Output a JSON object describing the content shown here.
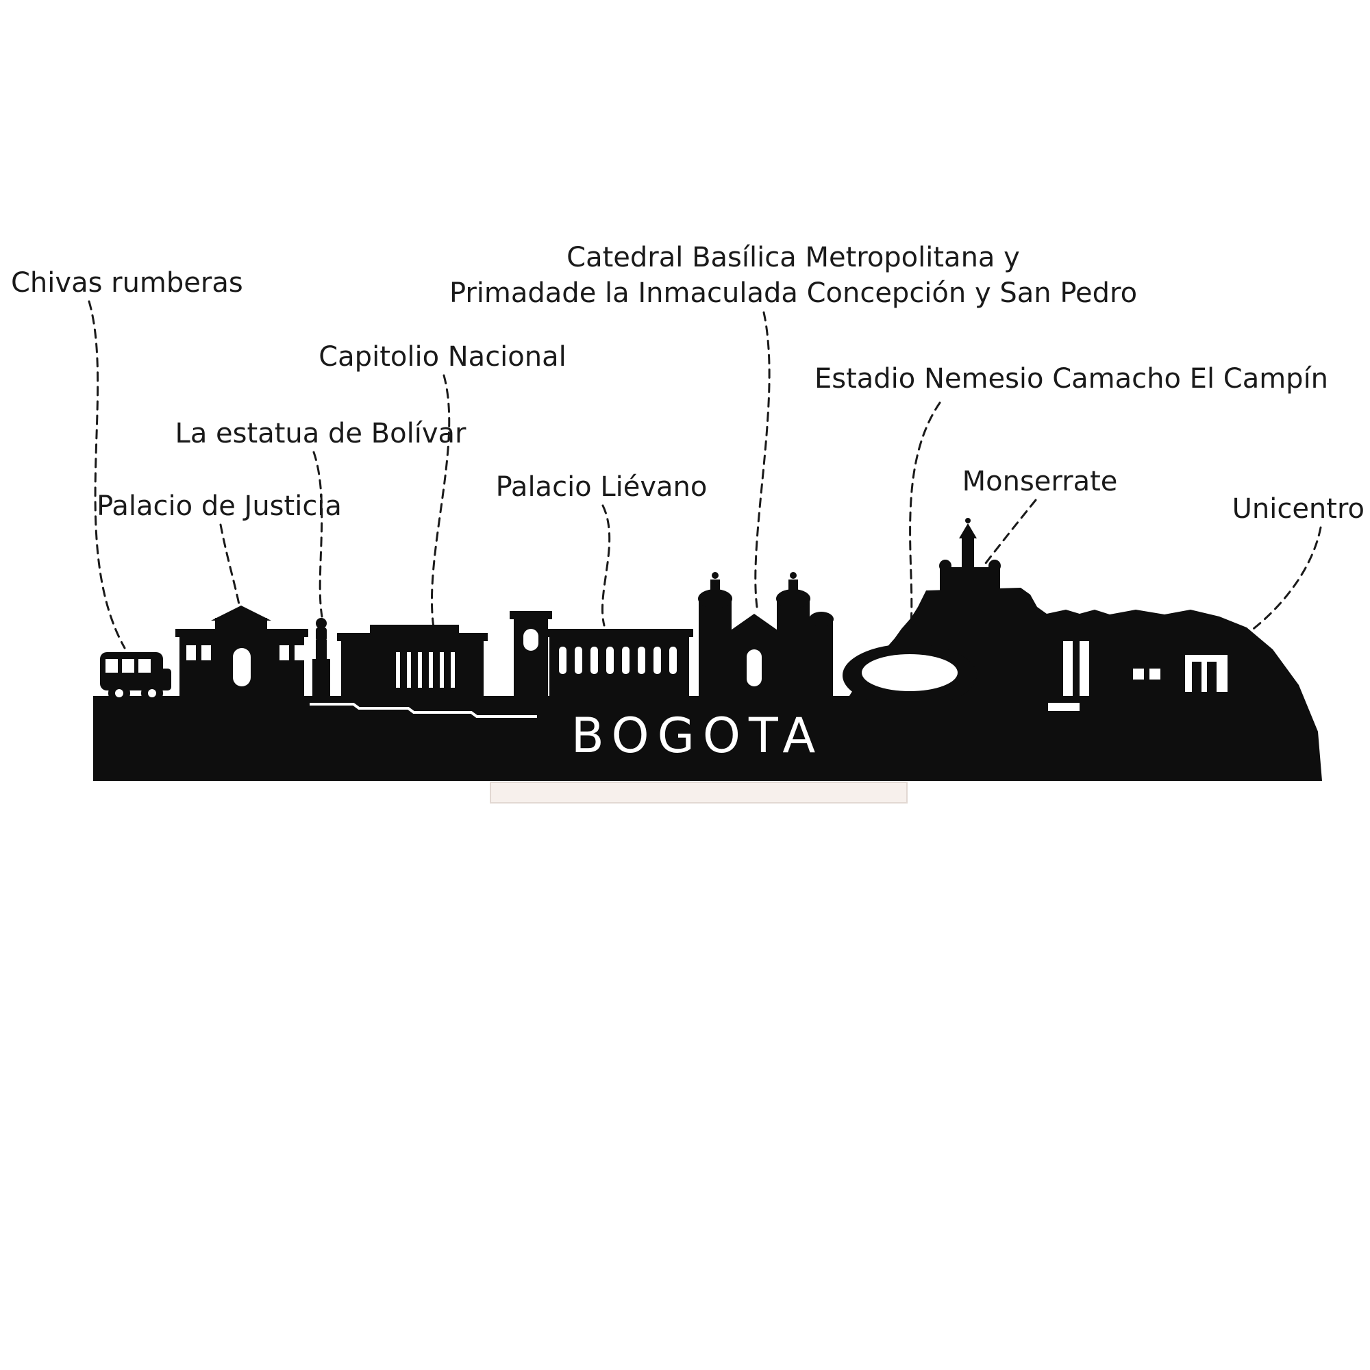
{
  "skyline": {
    "city_label": "BOGOTA",
    "colors": {
      "silhouette": "#0e0e0e",
      "background": "#ffffff",
      "base_stand": "#f7f0ec",
      "leader_line": "#1a1a1a",
      "annotation_text": "#1a1a1a"
    }
  },
  "annotations": {
    "chivas": {
      "text": "Chivas rumberas"
    },
    "catedral": {
      "line1": "Catedral Basílica Metropolitana y",
      "line2": "Primadade la Inmaculada Concepción y San Pedro"
    },
    "capitolio": {
      "text": "Capitolio Nacional"
    },
    "estadio": {
      "text": "Estadio Nemesio Camacho El Campín"
    },
    "bolivar": {
      "text": "La estatua de Bolívar"
    },
    "monserrate": {
      "text": "Monserrate"
    },
    "justicia": {
      "text": "Palacio de Justicia"
    },
    "lievano": {
      "text": "Palacio Liévano"
    },
    "unicentro": {
      "text": "Unicentro"
    }
  }
}
